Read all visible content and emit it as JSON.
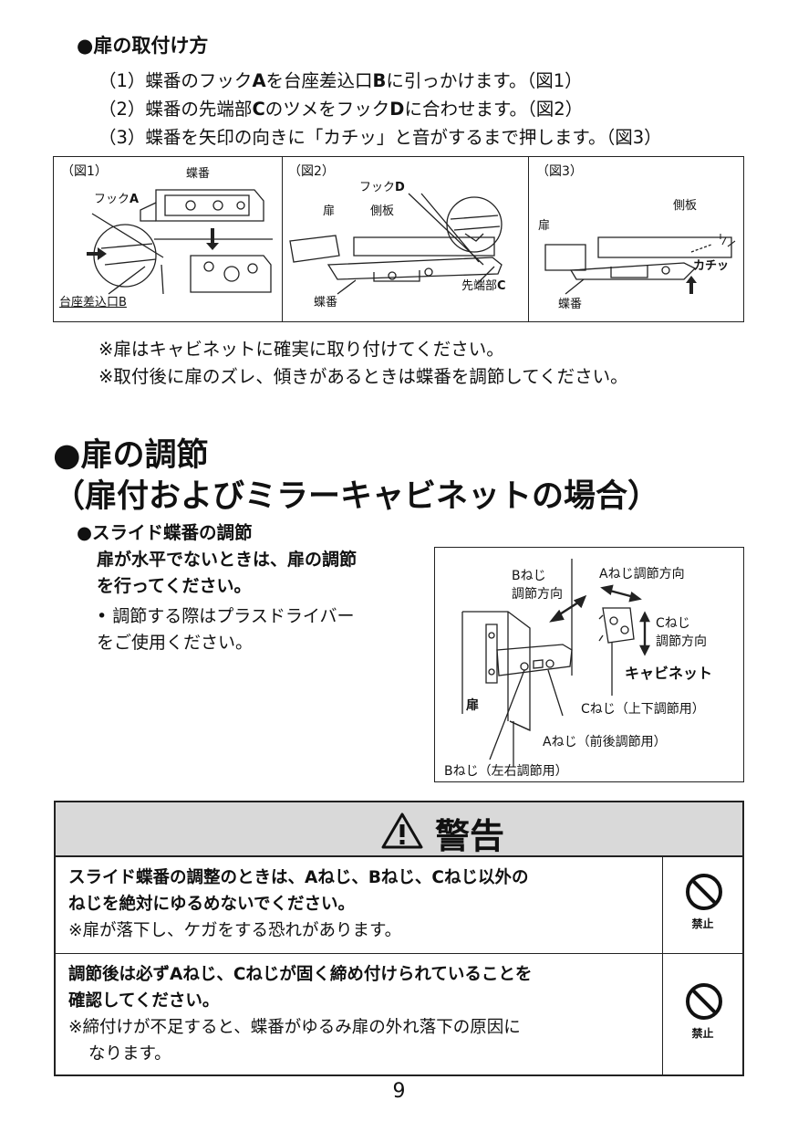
{
  "section1": {
    "title": "●扉の取付け方",
    "steps": [
      {
        "num": "（1）",
        "parts": [
          "蝶番のフック",
          "A",
          "を台座差込口",
          "B",
          "に引っかけます。（図1）"
        ]
      },
      {
        "num": "（2）",
        "parts": [
          "蝶番の先端部",
          "C",
          "のツメをフック",
          "D",
          "に合わせます。（図2）"
        ]
      },
      {
        "num": "（3）",
        "text": "蝶番を矢印の向きに「カチッ」と音がするまで押します。（図3）"
      }
    ],
    "fig1": {
      "label": "（図1）",
      "hinge": "蝶番",
      "hook": "フック",
      "hook_letter": "A",
      "slot": "台座差込口B"
    },
    "fig2": {
      "label": "（図2）",
      "hook": "フック",
      "hook_letter": "D",
      "door": "扉",
      "side": "側板",
      "tip": "先端部",
      "tip_letter": "C",
      "hinge": "蝶番"
    },
    "fig3": {
      "label": "（図3）",
      "door": "扉",
      "side": "側板",
      "click": "カチッ",
      "hinge": "蝶番"
    },
    "notes": [
      "※扉はキャビネットに確実に取り付けてください。",
      "※取付後に扉のズレ、傾きがあるときは蝶番を調節してください。"
    ]
  },
  "section2": {
    "title1": "●扉の調節",
    "title2": "（扉付およびミラーキャビネットの場合）",
    "sub_title": "●スライド蝶番の調節",
    "intro": [
      "扉が水平でないときは、扉の調節",
      "を行ってください。"
    ],
    "bullet": [
      "• 調節する際はプラスドライバー",
      "  をご使用ください。"
    ],
    "fig": {
      "b_dir_1": "Bねじ",
      "b_dir_2": "調節方向",
      "a_dir": "Aねじ調節方向",
      "c_dir_1": "Cねじ",
      "c_dir_2": "調節方向",
      "cabinet": "キャビネット",
      "door": "扉",
      "c_use": "Cねじ（上下調節用）",
      "a_use": "Aねじ（前後調節用）",
      "b_use": "Bねじ（左右調節用）"
    }
  },
  "warning": {
    "title": "警告",
    "rows": [
      {
        "bold1": "スライド蝶番の調整のときは、Aねじ、Bねじ、Cねじ以外の",
        "bold2": "ねじを絶対にゆるめないでください。",
        "note1": "※扉が落下し、ケガをする恐れがあります。",
        "icon_label": "禁止"
      },
      {
        "bold1": "調節後は必ずAねじ、Cねじが固く締め付けられていることを",
        "bold2": "確認してください。",
        "note1": "※締付けが不足すると、蝶番がゆるみ扉の外れ落下の原因に",
        "note2": "なります。",
        "icon_label": "禁止"
      }
    ]
  },
  "page_number": "9"
}
